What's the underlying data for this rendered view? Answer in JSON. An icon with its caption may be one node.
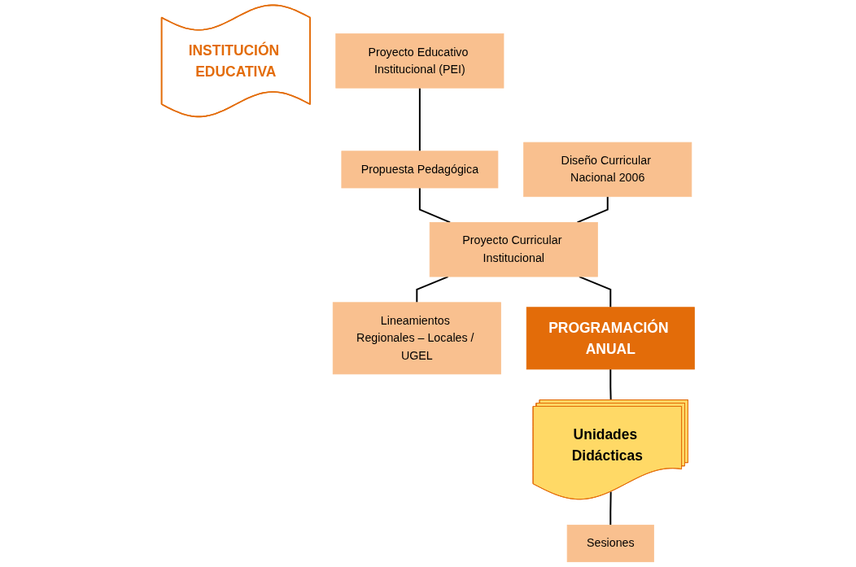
{
  "diagram": {
    "nodes": [
      {
        "text": [
          "INSTITUCIÓN EDUCATIVA"
        ]
      },
      {
        "text": [
          "Proyecto Educativo Institucional (PEI)"
        ]
      },
      {
        "text": [
          "Diseño Curricular Nacional 2006"
        ]
      },
      {
        "text": [
          "Propuesta Pedagógica"
        ]
      },
      {
        "text": [
          "Proyecto Curricular Institucional"
        ]
      },
      {
        "text": [
          "Lineamientos Regionales – Locales / UGEL"
        ]
      },
      {
        "text": [
          "PROGRAMACIÓN ANUAL"
        ]
      },
      {
        "text": [
          "Unidades Didácticas"
        ]
      },
      {
        "text": [
          "Sesiones"
        ]
      }
    ],
    "edges": [
      {
        "from": 1,
        "to": 3,
        "arrow": "none"
      },
      {
        "from": 3,
        "to": 4,
        "arrow": "none"
      },
      {
        "from": 2,
        "to": 4,
        "arrow": "none"
      },
      {
        "from": 4,
        "to": 5,
        "arrow": "none"
      },
      {
        "from": 4,
        "to": 6,
        "arrow": "none"
      },
      {
        "from": 6,
        "to": 7,
        "arrow": "none"
      },
      {
        "from": 7,
        "to": 8,
        "arrow": "none"
      }
    ]
  }
}
